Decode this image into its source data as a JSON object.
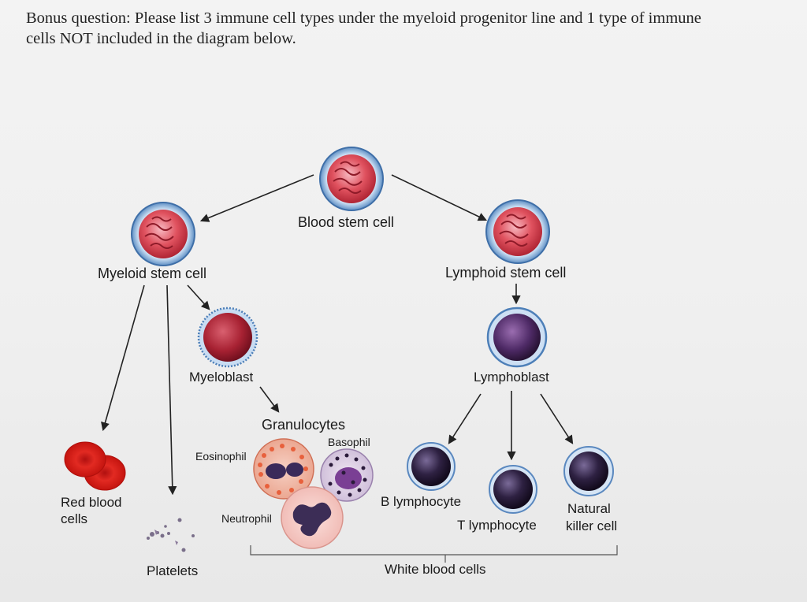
{
  "question": {
    "line1": "Bonus question: Please list 3 immune cell types under the myeloid progenitor line and 1 type of immune",
    "line2": "cells NOT included in the diagram below."
  },
  "labels": {
    "blood_stem_cell": "Blood stem cell",
    "myeloid_stem_cell": "Myeloid stem cell",
    "lymphoid_stem_cell": "Lymphoid stem cell",
    "myeloblast": "Myeloblast",
    "lymphoblast": "Lymphoblast",
    "granulocytes": "Granulocytes",
    "basophil": "Basophil",
    "eosinophil": "Eosinophil",
    "neutrophil": "Neutrophil",
    "red_blood_cells_1": "Red blood",
    "red_blood_cells_2": "cells",
    "platelets": "Platelets",
    "b_lymphocyte": "B lymphocyte",
    "t_lymphocyte": "T lymphocyte",
    "natural_killer_1": "Natural",
    "natural_killer_2": "killer cell",
    "white_blood_cells": "White blood cells"
  }
}
